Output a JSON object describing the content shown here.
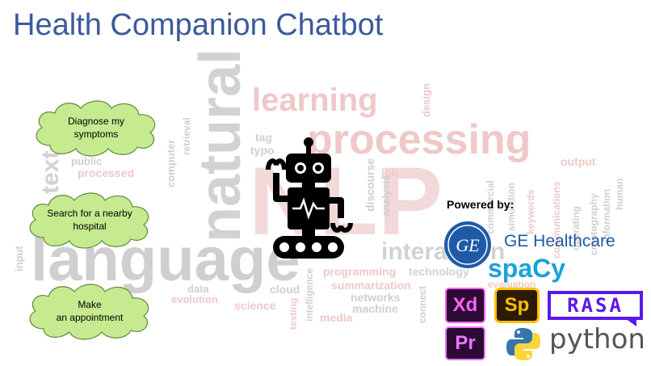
{
  "title": "Health Companion Chatbot",
  "options": [
    {
      "label": "Diagnose my\nsymptoms"
    },
    {
      "label": "Search for a nearby\nhospital"
    },
    {
      "label": "Make\nan appointment"
    }
  ],
  "word_cloud": [
    "learning",
    "processing",
    "natural",
    "NLP",
    "language",
    "interaction",
    "text",
    "tag",
    "typo",
    "job",
    "design",
    "processed",
    "public",
    "computer",
    "retrieval",
    "discourse",
    "analysis",
    "programming",
    "technology",
    "summarization",
    "networks",
    "machine",
    "media",
    "science",
    "cloud",
    "data",
    "evolution",
    "intelligence",
    "input",
    "output",
    "evaluation",
    "communications",
    "operating",
    "information",
    "human",
    "connect",
    "testing",
    "commercial",
    "simulation",
    "keywords",
    "cryptography"
  ],
  "powered_by": {
    "label": "Powered by:",
    "ge_monogram": "GE",
    "ge_name": "GE Healthcare",
    "spacy": "spaCy",
    "xd": "Xd",
    "sp": "Sp",
    "rasa": "RASA",
    "pr": "Pr",
    "python": "python"
  },
  "colors": {
    "title": "#3c5a9a",
    "cloud_fill": "#c6ea8f",
    "cloud_stroke": "#5d8a3a",
    "wordcloud_gray": "#d2d2d2",
    "wordcloud_pink": "#efc8c8",
    "ge_blue": "#1f5aa6",
    "spacy_blue": "#1aa3d9",
    "adobe_purple": "#2d0a36",
    "xd_pink": "#ff61f6",
    "sp_yellow": "#ffc000",
    "rasa_purple": "#5a17ee",
    "pr_violet": "#ea77ff",
    "python_blue": "#3776ab",
    "python_yellow": "#ffd43b"
  },
  "icons": [
    "robot-icon",
    "ge-logo-icon",
    "python-logo-icon"
  ]
}
